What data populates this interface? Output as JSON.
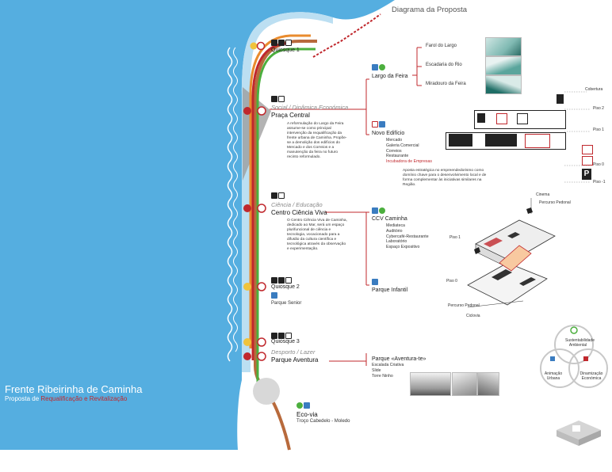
{
  "header": {
    "title": "Diagrama da Proposta"
  },
  "brand": {
    "title": "Frente Ribeirinha de Caminha",
    "subtitle_prefix": "Proposta de",
    "subtitle_highlight": "Requalificação e Revitalização"
  },
  "stops": {
    "quiosque1": {
      "name": "Quiosque 1"
    },
    "praca": {
      "category": "Social / Dinâmica Económica",
      "name": "Praça Central",
      "description": "A reformulação do Largo da Feira assume-se como principal intervenção da requalificação da frente urbana de Caminha. Propõe-se a demolição dos edifícios do Mercado e dos Correios e a manutenção da feira no futuro recinto reformulado."
    },
    "ciencia": {
      "category": "Ciência / Educação",
      "name": "Centro Ciência Viva",
      "description": "O Centro Ciência Viva de Caminha, dedicado ao Mar, será um espaço pluri­funcional de ciência e tecnologia, vocacionado para a difusão da cultura científica e tecnológica através da observação e experimentação."
    },
    "quiosque2": {
      "name": "Quiosque 2"
    },
    "parque_senior": {
      "name": "Parque Senior"
    },
    "quiosque3": {
      "name": "Quiosque 3"
    },
    "desporto": {
      "category": "Desporto / Lazer",
      "name": "Parque Aventura"
    },
    "ecovia": {
      "name": "Eco-via",
      "subtitle": "Troço Cabedelo - Moledo"
    }
  },
  "largo_feira": {
    "title": "Largo da Feira",
    "items": [
      "Farol do Largo",
      "Escadaria do Rio",
      "Miradouro da Feira"
    ]
  },
  "novo_edificio": {
    "title": "Novo Edifício",
    "items": [
      "Mercado",
      "Galeria Comercial",
      "Correios",
      "Restaurante"
    ],
    "highlight": "Incubadora de Empresas",
    "note": "Aposta estratégica no empreendedorismo como domínio chave para o desenvolvimento local e de forma complementar às iniciativas similares na Região."
  },
  "floors": [
    "Cobertura",
    "Piso 2",
    "Piso 1",
    "Piso 0",
    "Piso -1"
  ],
  "ccv": {
    "title": "CCV Caminha",
    "items": [
      "Mediateca",
      "Auditório",
      "Cybercafé-Restaurante",
      "Laboratório",
      "Espaço Expositivo"
    ],
    "labels": {
      "cinema": "Cinema",
      "percurso_top": "Percurso Pedonal",
      "piso1": "Piso 1",
      "piso0": "Piso 0",
      "percurso_bottom": "Percurso Pedonal",
      "ciclovia": "Ciclovia"
    }
  },
  "parque_infantil": {
    "title": "Parque Infantil"
  },
  "aventura": {
    "title": "Parque «Aventura-te»",
    "items": [
      "Escalada Criativa",
      "Slide",
      "Torre Ninho"
    ]
  },
  "venn": {
    "top": "Sustentabilidade Ambiental",
    "left": "Animação Urbana",
    "right": "Dinamização Económica"
  },
  "colors": {
    "sea": "#55aee0",
    "green_line": "#4caf3e",
    "red_line": "#c0282d",
    "orange_line": "#e98b2e",
    "brown_line": "#b86a3c",
    "accent_red": "#c0282d"
  }
}
